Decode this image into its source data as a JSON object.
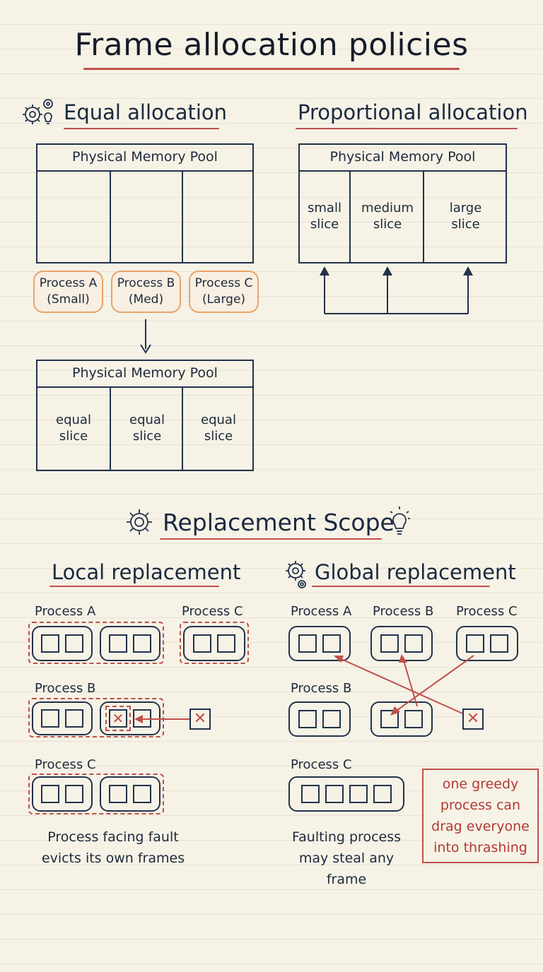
{
  "title": "Frame allocation policies",
  "equal": {
    "heading": "Equal allocation",
    "pool_label": "Physical Memory Pool",
    "processes": [
      "Process A (Small)",
      "Process B (Med)",
      "Process C (Large)"
    ],
    "slices": [
      "equal slice",
      "equal slice",
      "equal slice"
    ]
  },
  "proportional": {
    "heading": "Proportional allocation",
    "pool_label": "Physical Memory Pool",
    "slices": [
      "small slice",
      "medium slice",
      "large slice"
    ]
  },
  "replacement": {
    "heading": "Replacement Scope",
    "local": {
      "heading": "Local replacement",
      "labels": {
        "a": "Process A",
        "c_top": "Process C",
        "b": "Process B",
        "c": "Process C"
      },
      "caption": "Process facing fault evicts its own frames"
    },
    "global": {
      "heading": "Global replacement",
      "labels": {
        "a": "Process A",
        "b_top": "Process B",
        "c_top": "Process C",
        "b": "Process B",
        "c": "Process C"
      },
      "caption": "Faulting process may steal any frame",
      "note": "one greedy process can drag everyone into thrashing"
    },
    "x_mark": "✕"
  },
  "colors": {
    "ink": "#22324a",
    "accent_red": "#c0504a",
    "orange": "#e8a46a",
    "paper": "#f6f2e6"
  }
}
